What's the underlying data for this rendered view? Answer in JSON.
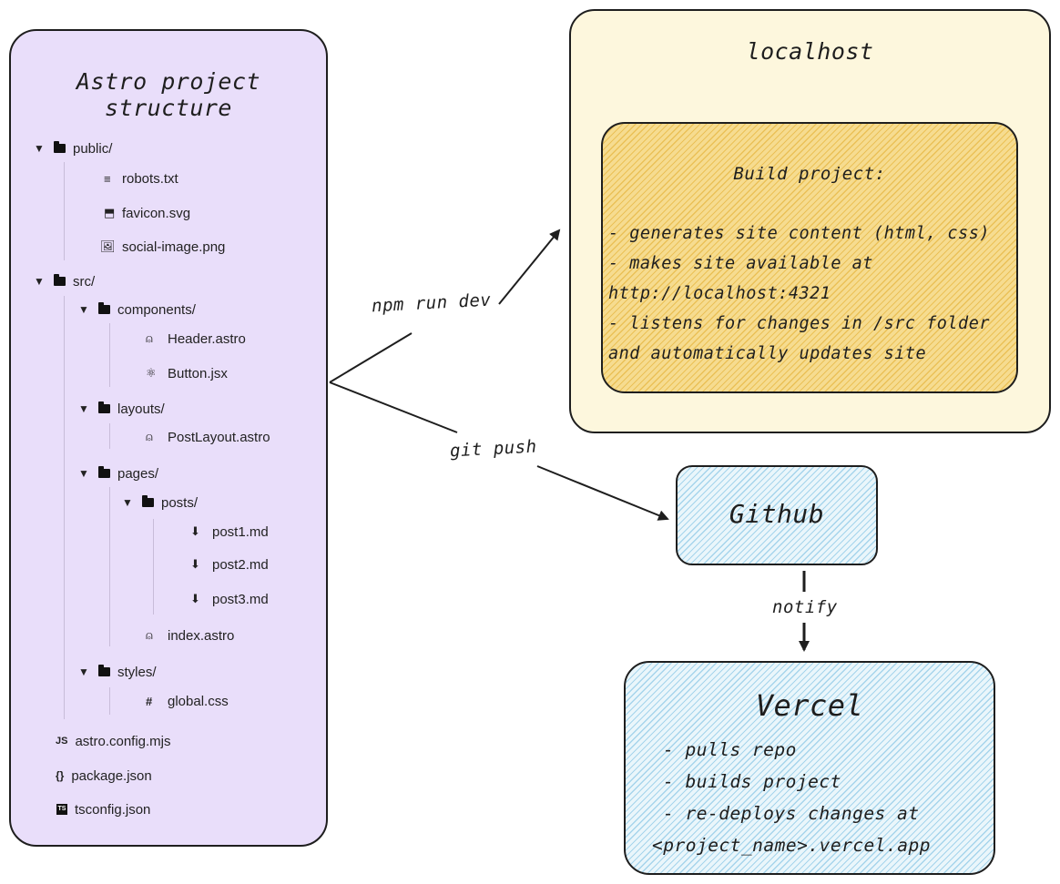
{
  "tree": {
    "title": "Astro project structure",
    "rows": [
      {
        "label": "public/",
        "icon": "folder-icon",
        "caret": true
      },
      {
        "label": "robots.txt",
        "icon": "text-file-icon"
      },
      {
        "label": "favicon.svg",
        "icon": "svg-file-icon"
      },
      {
        "label": "social-image.png",
        "icon": "image-file-icon"
      },
      {
        "label": "src/",
        "icon": "folder-icon",
        "caret": true
      },
      {
        "label": "components/",
        "icon": "folder-icon",
        "caret": true
      },
      {
        "label": "Header.astro",
        "icon": "astro-icon"
      },
      {
        "label": "Button.jsx",
        "icon": "react-icon"
      },
      {
        "label": "layouts/",
        "icon": "folder-icon",
        "caret": true
      },
      {
        "label": "PostLayout.astro",
        "icon": "astro-icon"
      },
      {
        "label": "pages/",
        "icon": "folder-icon",
        "caret": true
      },
      {
        "label": "posts/",
        "icon": "folder-icon",
        "caret": true
      },
      {
        "label": "post1.md",
        "icon": "markdown-icon"
      },
      {
        "label": "post2.md",
        "icon": "markdown-icon"
      },
      {
        "label": "post3.md",
        "icon": "markdown-icon"
      },
      {
        "label": "index.astro",
        "icon": "astro-icon"
      },
      {
        "label": "styles/",
        "icon": "folder-icon",
        "caret": true
      },
      {
        "label": "global.css",
        "icon": "css-icon"
      },
      {
        "label": "astro.config.mjs",
        "icon": "js-icon"
      },
      {
        "label": "package.json",
        "icon": "json-icon"
      },
      {
        "label": "tsconfig.json",
        "icon": "ts-icon"
      }
    ],
    "glyphs": {
      "caret": "▼",
      "text": "≡",
      "svg": "⬒",
      "image": "🖼",
      "astro": "⍝",
      "react": "⚛",
      "markdown": "⬇",
      "css": "#",
      "js": "JS",
      "json": "{}",
      "ts": "TS"
    }
  },
  "localhost": {
    "title": "localhost",
    "build_title": "Build project:",
    "build_lines": [
      "- generates site content (html, css)",
      "- makes site available at",
      "http://localhost:4321",
      "- listens for changes in /src folder",
      "and automatically updates site"
    ]
  },
  "github": {
    "title": "Github"
  },
  "vercel": {
    "title": "Vercel",
    "lines": [
      "- pulls repo",
      "- builds project",
      "- re-deploys changes at",
      "<project_name>.vercel.app"
    ]
  },
  "edges": {
    "npm": "npm run dev",
    "git": "git push",
    "notify": "notify"
  },
  "colors": {
    "tree_bg": "#e9defa",
    "localhost_bg": "#fdf7dd",
    "build_bg": "#f6dc90",
    "blue_bg": "#eaf6fb",
    "stroke": "#1e1e1e"
  }
}
